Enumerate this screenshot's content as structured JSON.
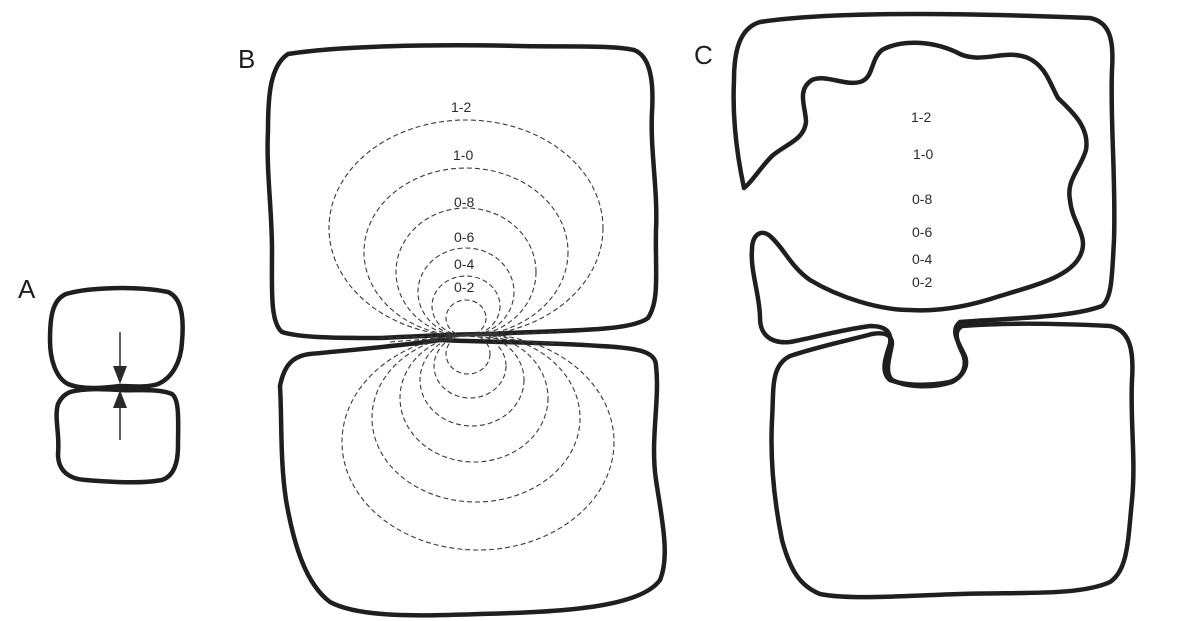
{
  "panels": {
    "a": {
      "label": "A"
    },
    "b": {
      "label": "B",
      "contour_labels": [
        "1-2",
        "1-0",
        "0-8",
        "0-6",
        "0-4",
        "0-2"
      ]
    },
    "c": {
      "label": "C",
      "level_labels": [
        "1-2",
        "1-0",
        "0-8",
        "0-6",
        "0-4",
        "0-2"
      ]
    }
  },
  "colors": {
    "outline": "#1f1f1f",
    "contour": "#3a3a3a"
  }
}
